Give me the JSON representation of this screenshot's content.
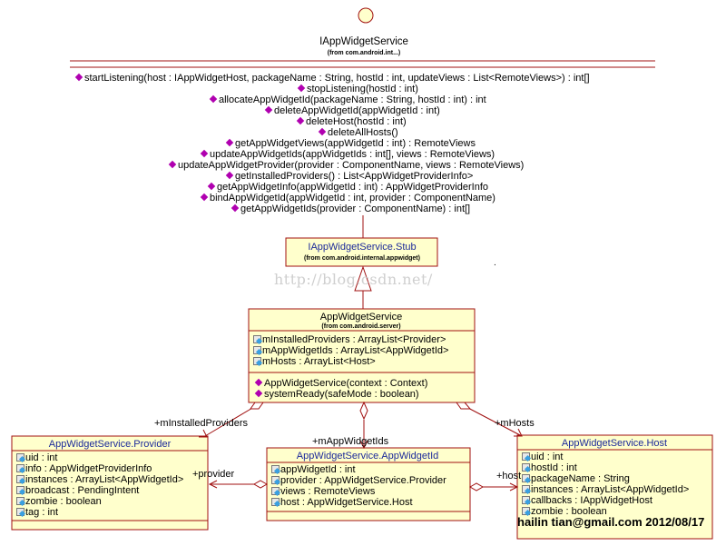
{
  "interface": {
    "name": "IAppWidgetService",
    "package": "(from com.android.int...)",
    "methods": [
      "startListening(host : IAppWidgetHost, packageName : String, hostId : int, updateViews : List<RemoteViews>) : int[]",
      "stopListening(hostId : int)",
      "allocateAppWidgetId(packageName : String, hostId : int) : int",
      "deleteAppWidgetId(appWidgetId : int)",
      "deleteHost(hostId : int)",
      "deleteAllHosts()",
      "getAppWidgetViews(appWidgetId : int) : RemoteViews",
      "updateAppWidgetIds(appWidgetIds : int[], views : RemoteViews)",
      "updateAppWidgetProvider(provider : ComponentName, views : RemoteViews)",
      "getInstalledProviders() : List<AppWidgetProviderInfo>",
      "getAppWidgetInfo(appWidgetId : int) : AppWidgetProviderInfo",
      "bindAppWidgetId(appWidgetId : int, provider : ComponentName)",
      "getAppWidgetIds(provider : ComponentName) : int[]"
    ]
  },
  "stub": {
    "name": "IAppWidgetService.Stub",
    "package": "(from com.android.internal.appwidget)"
  },
  "service": {
    "name": "AppWidgetService",
    "package": "(from com.android.server)",
    "attributes": [
      "mInstalledProviders : ArrayList<Provider>",
      "mAppWidgetIds : ArrayList<AppWidgetId>",
      "mHosts : ArrayList<Host>"
    ],
    "methods": [
      "AppWidgetService(context : Context)",
      "systemReady(safeMode : boolean)"
    ]
  },
  "provider": {
    "name": "AppWidgetService.Provider",
    "attributes": [
      "uid : int",
      "info : AppWidgetProviderInfo",
      "instances : ArrayList<AppWidgetId>",
      "broadcast : PendingIntent",
      "zombie : boolean",
      "tag : int"
    ]
  },
  "appwidgetid": {
    "name": "AppWidgetService.AppWidgetId",
    "attributes": [
      "appWidgetId : int",
      "provider : AppWidgetService.Provider",
      "views : RemoteViews",
      "host : AppWidgetService.Host"
    ]
  },
  "host": {
    "name": "AppWidgetService.Host",
    "attributes": [
      "uid : int",
      "hostId : int",
      "packageName : String",
      "instances : ArrayList<AppWidgetId>",
      "callbacks : IAppWidgetHost",
      "zombie : boolean"
    ]
  },
  "labels": {
    "mInstalledProviders": "+mInstalledProviders",
    "mAppWidgetIds": "+mAppWidgetIds",
    "mHosts": "+mHosts",
    "provider": "+provider",
    "host": "+host"
  },
  "watermark": "http://blog.csdn.net/",
  "signature": "hailin tian@gmail.com 2012/08/17",
  "stray_dot": ".",
  "colors": {
    "class_fill": "#ffffcc",
    "class_border": "#a01010",
    "operation_marker": "#b000b0",
    "attribute_marker": "#3aa0e0",
    "interface_lines": "#a01010"
  }
}
